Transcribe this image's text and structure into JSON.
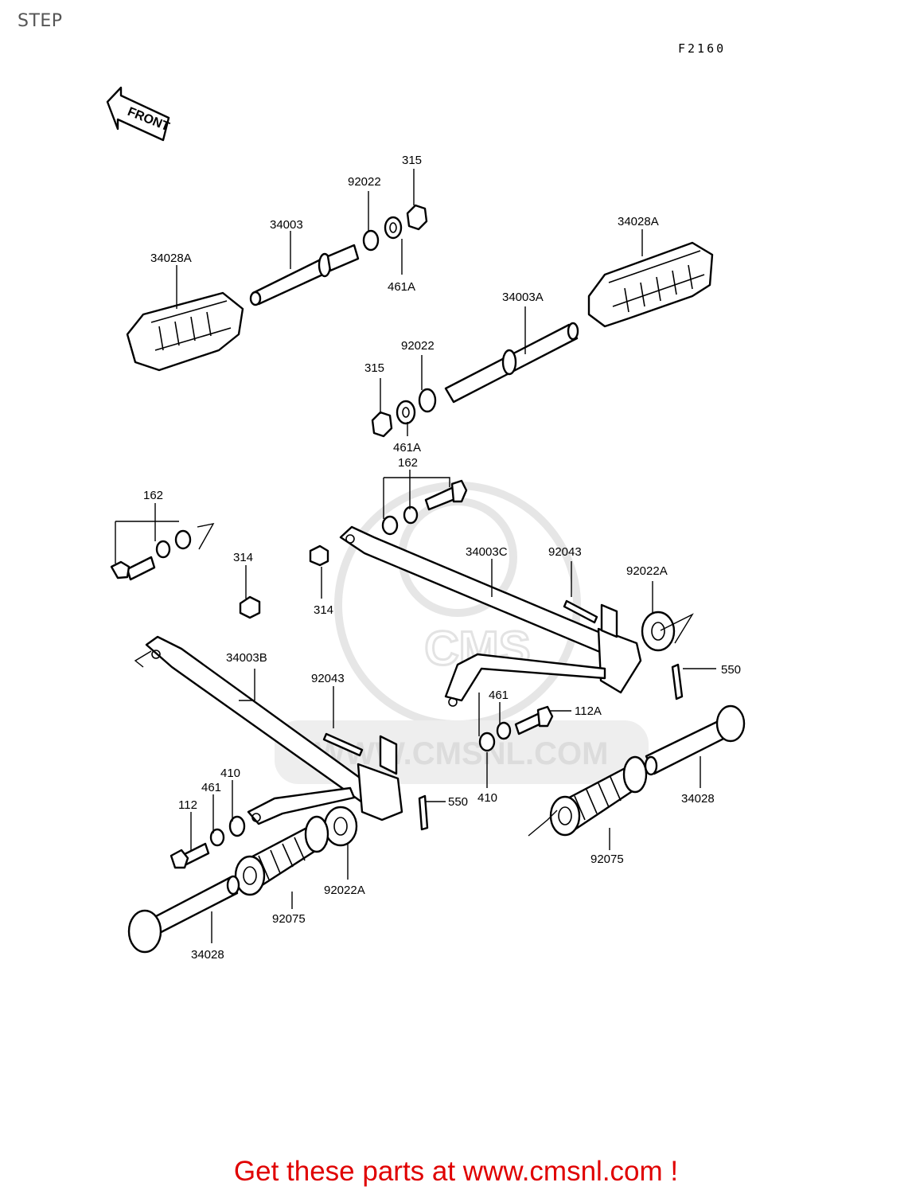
{
  "page": {
    "title": "STEP",
    "figure_code": "F2160"
  },
  "orientation": {
    "label": "FRONT"
  },
  "watermark": {
    "text": "WWW.CMSNL.COM",
    "brand": "CMS"
  },
  "parts": {
    "p315_top": "315",
    "p92022_top": "92022",
    "p34003": "34003",
    "p461A_top": "461A",
    "p34028A_left": "34028A",
    "p34028A_right": "34028A",
    "p34003A": "34003A",
    "p92022_mid": "92022",
    "p315_mid": "315",
    "p461A_mid": "461A",
    "p162_center": "162",
    "p162_left": "162",
    "p314_left": "314",
    "p314_mid": "314",
    "p34003C": "34003C",
    "p92043_right": "92043",
    "p92022A_right": "92022A",
    "p34003B": "34003B",
    "p550_right": "550",
    "p92043_left": "92043",
    "p461_right": "461",
    "p112A": "112A",
    "p410_left": "410",
    "p461_left": "461",
    "p112": "112",
    "p550_left": "550",
    "p410_right": "410",
    "p34028_right": "34028",
    "p92075_right": "92075",
    "p92022A_left": "92022A",
    "p92075_left": "92075",
    "p34028_left": "34028"
  },
  "footer": {
    "text": "Get these parts at www.cmsnl.com !"
  },
  "colors": {
    "footer": "#e00000",
    "watermark": "#e6e6e6",
    "line": "#000000"
  }
}
